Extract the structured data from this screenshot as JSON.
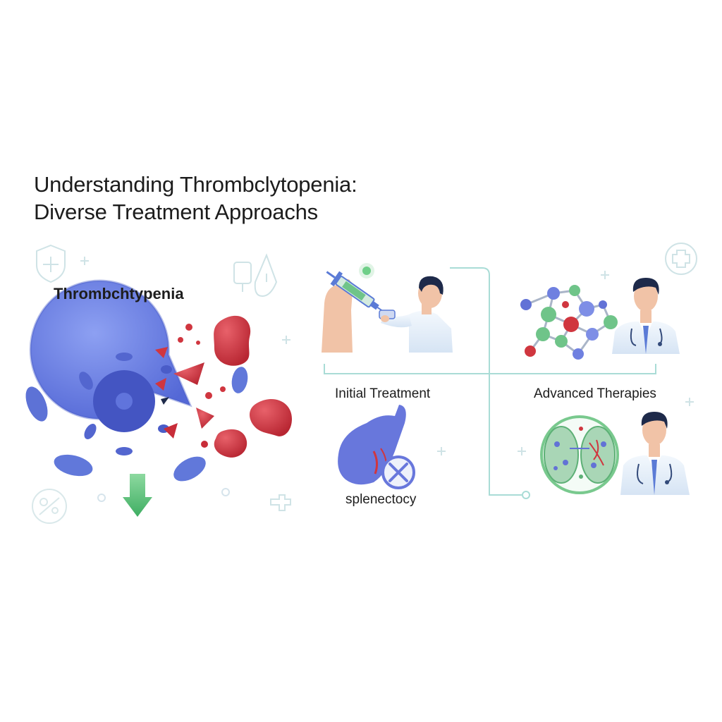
{
  "title": {
    "line1": "Understanding Thrombclytopenia:",
    "line2": "Diverse Treatment Approachs"
  },
  "labels": {
    "condition": "Thrombchtypenia",
    "initial_treatment": "Initial Treatment",
    "advanced_therapies": "Advanced Therapies",
    "splenectomy": "splenectocy"
  },
  "colors": {
    "title_text": "#1c1c1c",
    "cell_blue": "#6a7fe0",
    "platelet_red": "#d0363f",
    "arrow_green": "#5cc07a",
    "connector_teal": "#a9dcd6",
    "doctor_coat": "#e9f1fb",
    "skin": "#f1c3a7",
    "hair": "#1e2a4a"
  },
  "icons": [
    "shield-plus-icon",
    "iv-bag-icon",
    "down-arrow-icon",
    "syringe-icon",
    "molecule-icon",
    "doctor-icon",
    "spleen-icon",
    "cross-circle-icon",
    "kidney-cross-section-icon",
    "medical-cross-icon"
  ]
}
